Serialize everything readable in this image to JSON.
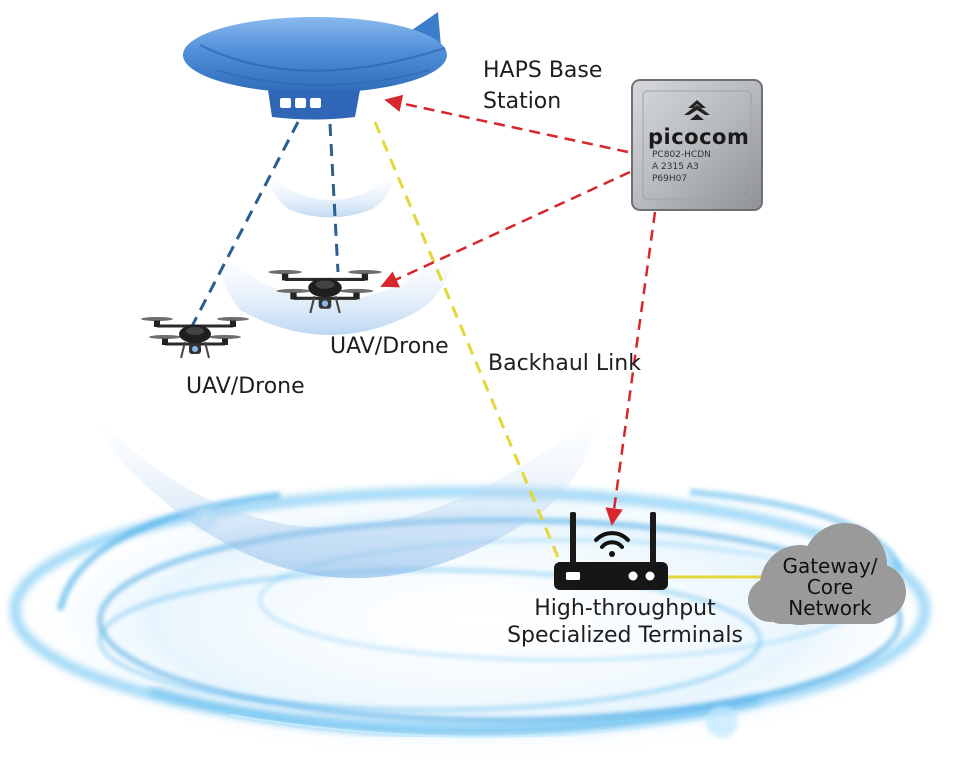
{
  "labels": {
    "haps_base_station": [
      "HAPS Base",
      "Station"
    ],
    "uav_left": "UAV/Drone",
    "uav_center": "UAV/Drone",
    "backhaul_link": "Backhaul Link",
    "terminals": [
      "High-throughput",
      "Specialized Terminals"
    ],
    "gateway": [
      "Gateway/",
      "Core",
      "Network"
    ]
  },
  "chip": {
    "brand": "picocom",
    "lines": [
      "PC802-HCDN",
      "A 2315 A3",
      "P69H07"
    ]
  },
  "colors": {
    "airship": "#4f8fd8",
    "airship_dark": "#2f6cb8",
    "blue_link": "#2c5e8f",
    "red_link": "#d7262c",
    "yellow_link": "#e4d73a",
    "ring_glow": "#3aa9e6",
    "cloud": "#9a9a9a"
  },
  "icons": [
    "airship-icon",
    "drone-icon",
    "chip-icon",
    "router-icon",
    "wifi-icon",
    "cloud-icon"
  ]
}
